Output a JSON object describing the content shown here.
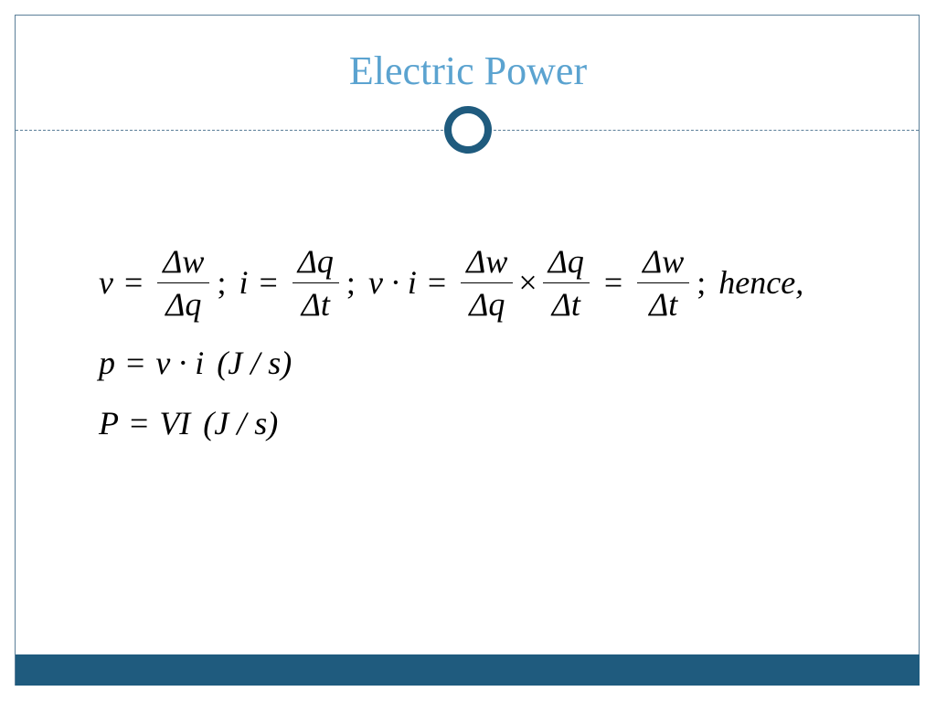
{
  "slide": {
    "title": "Electric Power",
    "colors": {
      "title": "#5ba3d0",
      "ring": "#1f5b7e",
      "bar": "#1f5b7e"
    }
  },
  "equations": {
    "row1": {
      "v": "v",
      "eq": "=",
      "f1_num": "Δw",
      "f1_den": "Δq",
      "sep1": ";",
      "i": "i",
      "f2_num": "Δq",
      "f2_den": "Δt",
      "sep2": ";",
      "vi": "v · i",
      "f3_num": "Δw",
      "f3_den": "Δq",
      "times": "×",
      "f4_num": "Δq",
      "f4_den": "Δt",
      "f5_num": "Δw",
      "f5_den": "Δt",
      "sep3": ";",
      "hence": "hence,"
    },
    "row2": {
      "lhs": "p",
      "eq": "=",
      "rhs": "v · i",
      "unit": "(J / s)"
    },
    "row3": {
      "lhs": "P",
      "eq": "=",
      "rhs": "VI",
      "unit": "(J / s)"
    }
  }
}
